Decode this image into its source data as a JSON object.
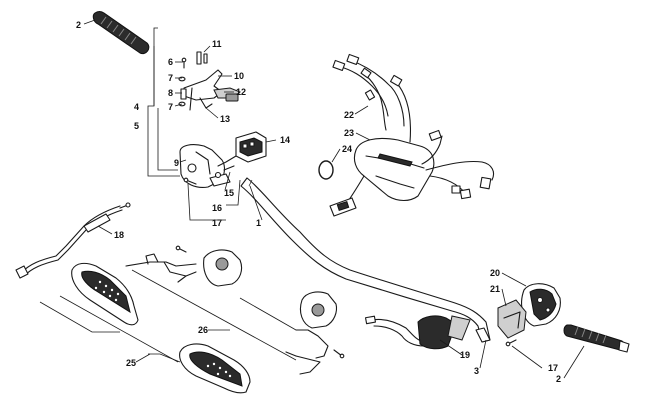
{
  "callouts": {
    "c1": "1",
    "c2a": "2",
    "c2b": "2",
    "c3": "3",
    "c4": "4",
    "c5": "5",
    "c6": "6",
    "c7a": "7",
    "c7b": "7",
    "c8": "8",
    "c9": "9",
    "c10": "10",
    "c11": "11",
    "c12": "12",
    "c13": "13",
    "c14": "14",
    "c15": "15",
    "c16": "16",
    "c17a": "17",
    "c17b": "17",
    "c18": "18",
    "c19": "19",
    "c20": "20",
    "c21": "21",
    "c22": "22",
    "c23": "23",
    "c24": "24",
    "c25": "25",
    "c26": "26"
  }
}
